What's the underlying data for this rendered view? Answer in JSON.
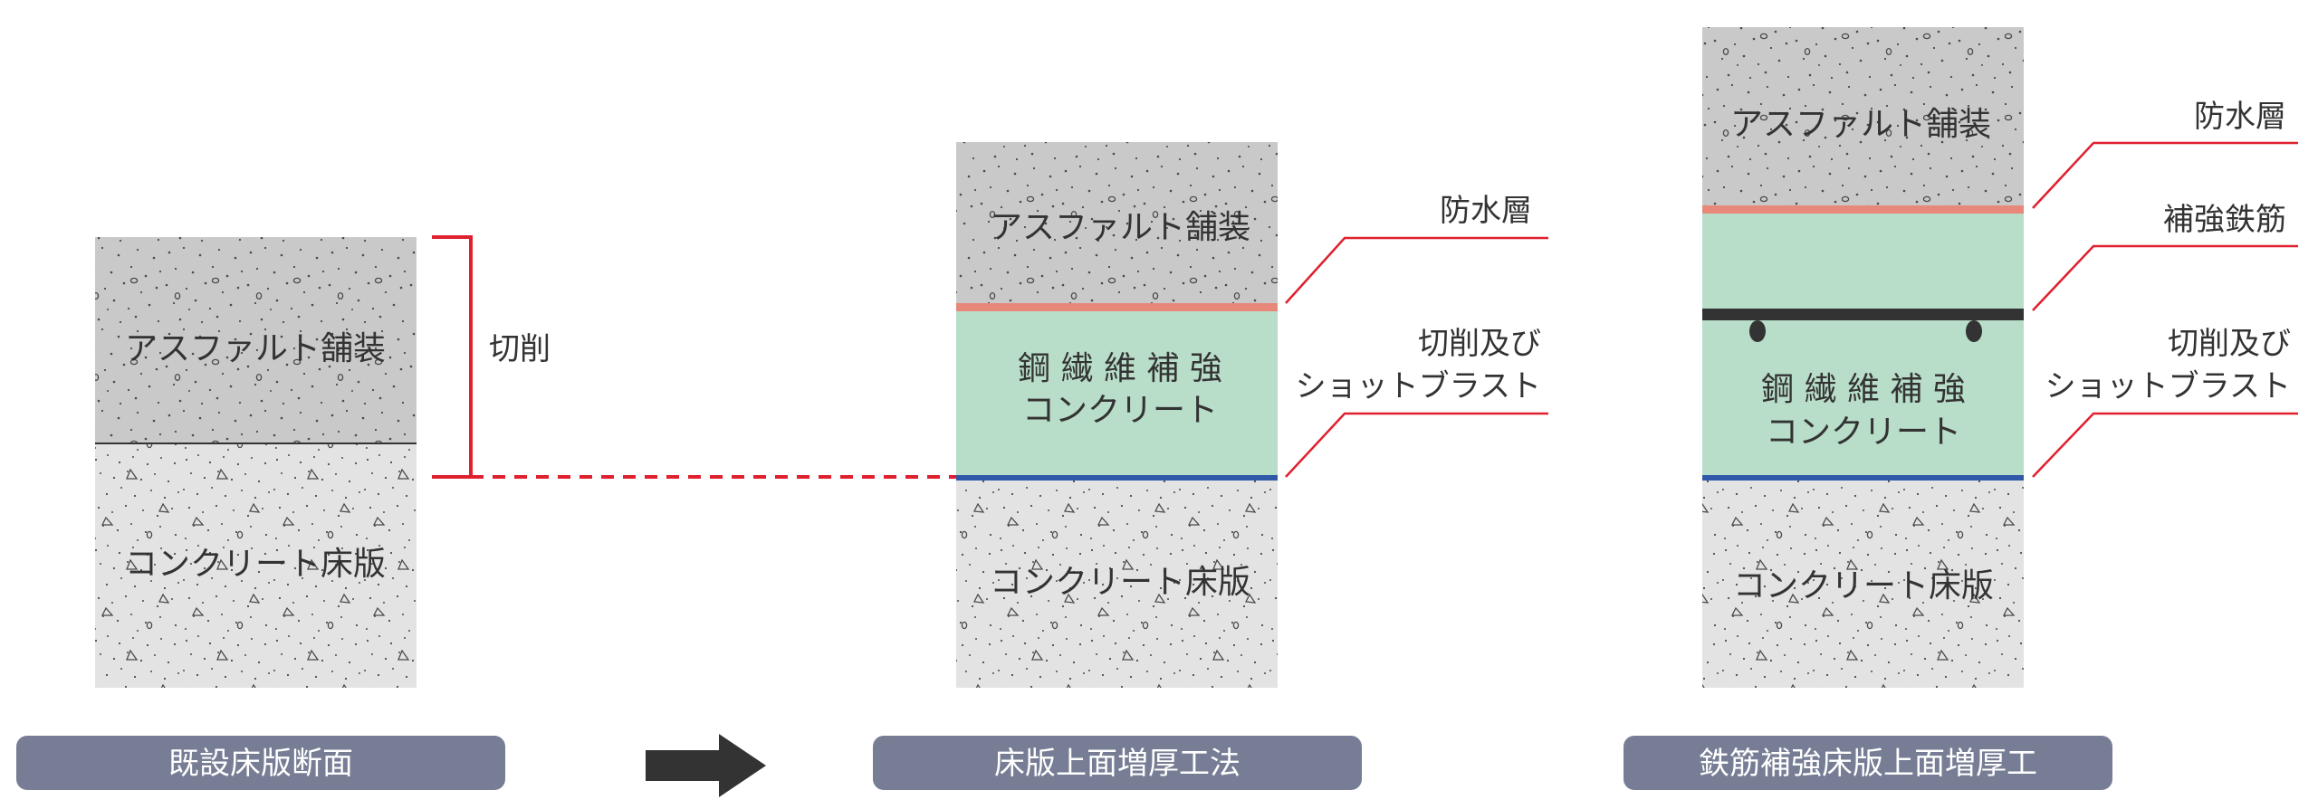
{
  "colors": {
    "asphalt": "#c9c9c9",
    "concrete": "#e3e3e3",
    "sfrc": "#b8ddc8",
    "waterproof": "#e8887a",
    "blast_line": "#2f58a8",
    "rebar": "#333333",
    "callout": "#e0202e",
    "caption_bg": "#767d94",
    "caption_text": "#ffffff",
    "arrow": "#333333"
  },
  "panels": [
    {
      "id": "existing",
      "caption": "既設床版断面",
      "layers": {
        "asphalt": "アスファルト舗装",
        "concrete": "コンクリート床版"
      },
      "cut_label": "切削"
    },
    {
      "id": "overlay",
      "caption": "床版上面増厚工法",
      "layers": {
        "asphalt": "アスファルト舗装",
        "sfrc_line1": "鋼 繊 維 補 強",
        "sfrc_line2": "コンクリート",
        "concrete": "コンクリート床版"
      },
      "callouts": {
        "waterproof": "防水層",
        "blast_line1": "切削及び",
        "blast_line2": "ショットブラスト"
      }
    },
    {
      "id": "rebar_overlay",
      "caption": "鉄筋補強床版上面増厚工",
      "layers": {
        "asphalt": "アスファルト舗装",
        "sfrc_line1": "鋼 繊 維 補 強",
        "sfrc_line2": "コンクリート",
        "concrete": "コンクリート床版"
      },
      "callouts": {
        "waterproof": "防水層",
        "rebar": "補強鉄筋",
        "blast_line1": "切削及び",
        "blast_line2": "ショットブラスト"
      }
    }
  ]
}
